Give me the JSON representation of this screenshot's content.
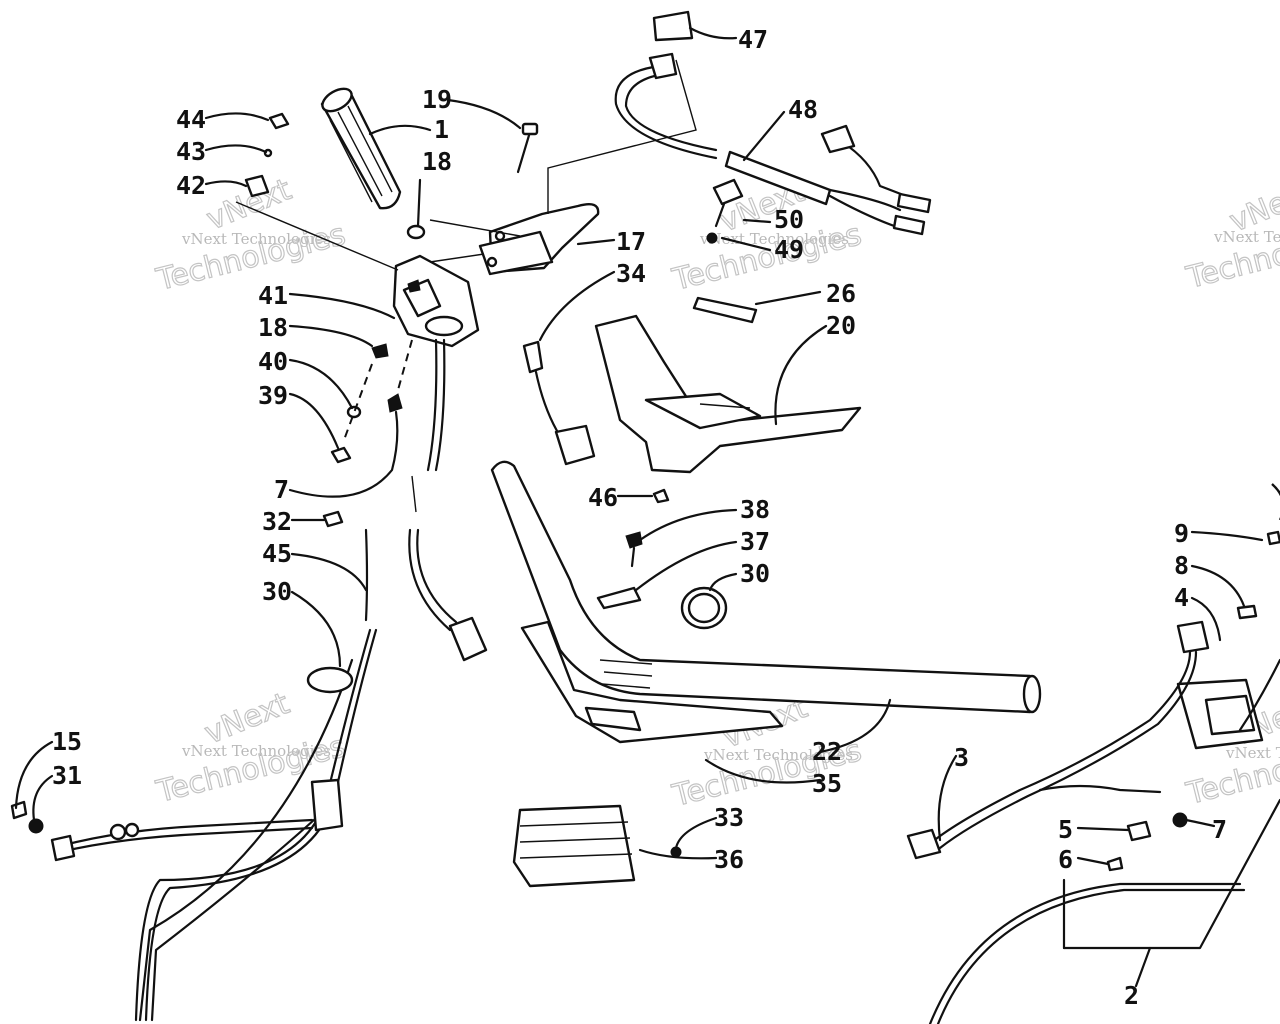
{
  "watermark": {
    "line1": "vNext Technologies",
    "line2": "vNext",
    "line3": "Technologies"
  },
  "callouts": [
    {
      "id": "c-44",
      "text": "44"
    },
    {
      "id": "c-43",
      "text": "43"
    },
    {
      "id": "c-42",
      "text": "42"
    },
    {
      "id": "c-1",
      "text": "1"
    },
    {
      "id": "c-19",
      "text": "19"
    },
    {
      "id": "c-18a",
      "text": "18"
    },
    {
      "id": "c-47",
      "text": "47"
    },
    {
      "id": "c-48",
      "text": "48"
    },
    {
      "id": "c-17",
      "text": "17"
    },
    {
      "id": "c-34",
      "text": "34"
    },
    {
      "id": "c-50",
      "text": "50"
    },
    {
      "id": "c-49",
      "text": "49"
    },
    {
      "id": "c-26",
      "text": "26"
    },
    {
      "id": "c-20",
      "text": "20"
    },
    {
      "id": "c-41",
      "text": "41"
    },
    {
      "id": "c-18b",
      "text": "18"
    },
    {
      "id": "c-40",
      "text": "40"
    },
    {
      "id": "c-39",
      "text": "39"
    },
    {
      "id": "c-7a",
      "text": "7"
    },
    {
      "id": "c-46",
      "text": "46"
    },
    {
      "id": "c-38",
      "text": "38"
    },
    {
      "id": "c-37",
      "text": "37"
    },
    {
      "id": "c-30a",
      "text": "30"
    },
    {
      "id": "c-32",
      "text": "32"
    },
    {
      "id": "c-45",
      "text": "45"
    },
    {
      "id": "c-30b",
      "text": "30"
    },
    {
      "id": "c-9",
      "text": "9"
    },
    {
      "id": "c-8",
      "text": "8"
    },
    {
      "id": "c-4",
      "text": "4"
    },
    {
      "id": "c-15",
      "text": "15"
    },
    {
      "id": "c-31",
      "text": "31"
    },
    {
      "id": "c-22",
      "text": "22"
    },
    {
      "id": "c-35",
      "text": "35"
    },
    {
      "id": "c-3",
      "text": "3"
    },
    {
      "id": "c-33",
      "text": "33"
    },
    {
      "id": "c-36",
      "text": "36"
    },
    {
      "id": "c-5",
      "text": "5"
    },
    {
      "id": "c-7b",
      "text": "7"
    },
    {
      "id": "c-6",
      "text": "6"
    },
    {
      "id": "c-2",
      "text": "2"
    }
  ]
}
